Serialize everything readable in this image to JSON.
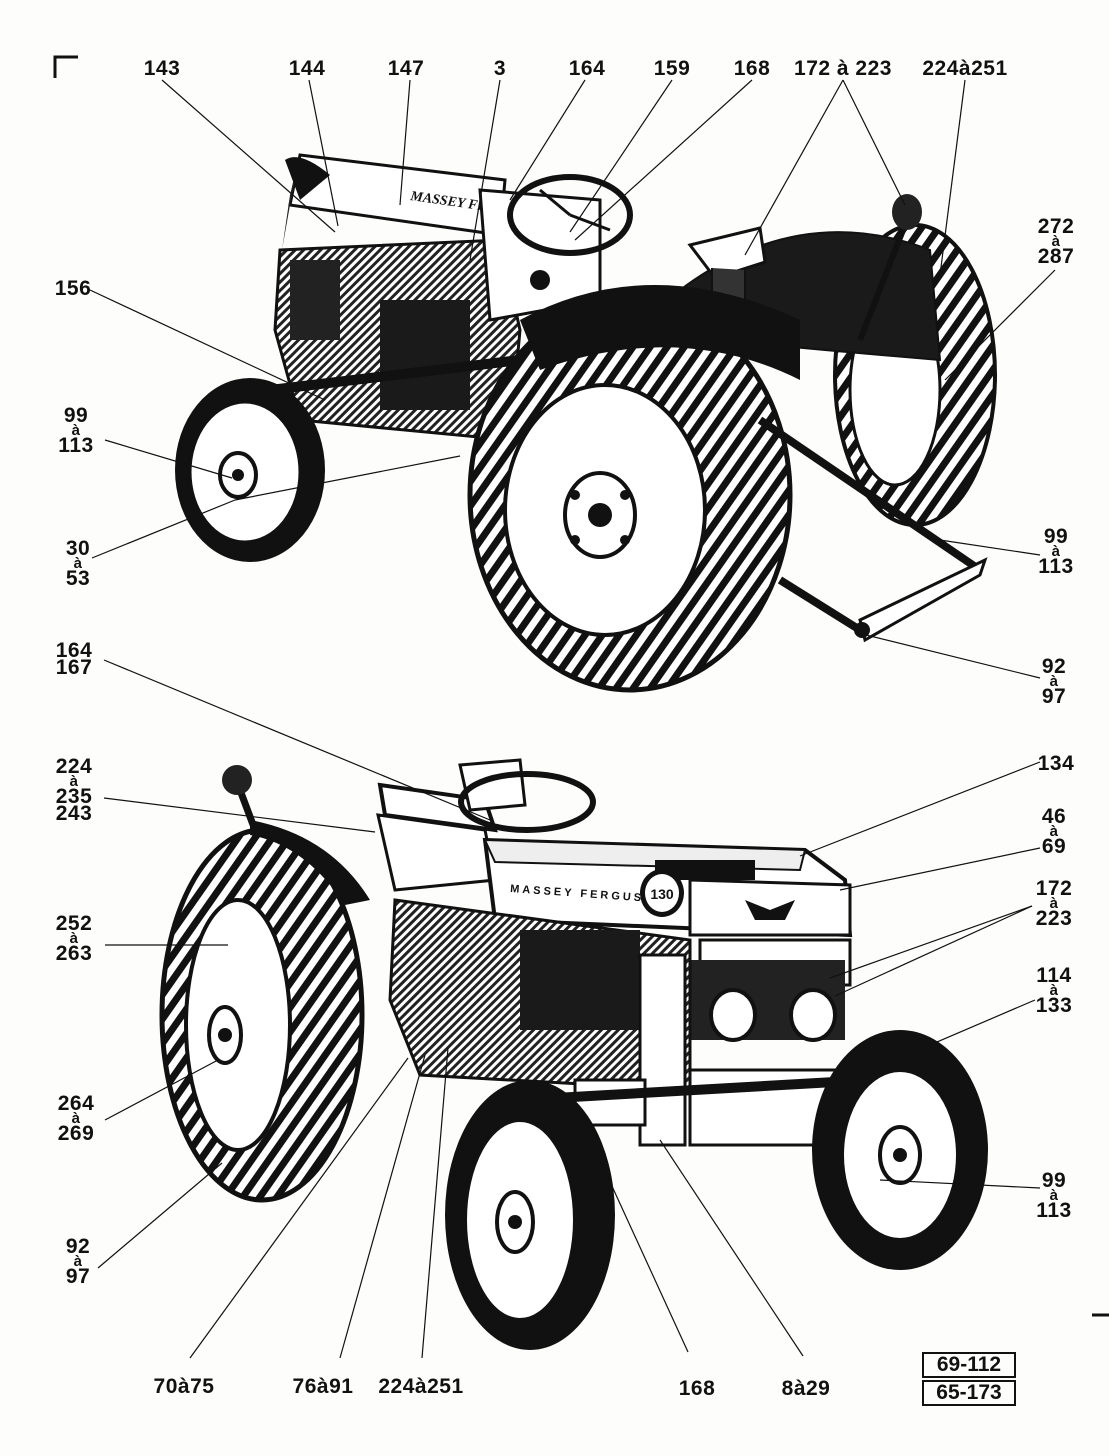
{
  "diagram": {
    "title": "",
    "callouts_top": [
      {
        "id": "143",
        "text": "143"
      },
      {
        "id": "144",
        "text": "144"
      },
      {
        "id": "147",
        "text": "147"
      },
      {
        "id": "3",
        "text": "3"
      },
      {
        "id": "164",
        "text": "164"
      },
      {
        "id": "159",
        "text": "159"
      },
      {
        "id": "168",
        "text": "168"
      },
      {
        "id": "172-223",
        "text": "172 à 223"
      },
      {
        "id": "224-251",
        "text": "224à251"
      },
      {
        "id": "272-287",
        "lines": [
          "272",
          "à",
          "287"
        ]
      },
      {
        "id": "156",
        "text": "156"
      },
      {
        "id": "99-113-a",
        "lines": [
          "99",
          "à",
          "113"
        ]
      },
      {
        "id": "30-53",
        "lines": [
          "30",
          "à",
          "53"
        ]
      },
      {
        "id": "99-113-b",
        "lines": [
          "99",
          "à",
          "113"
        ]
      },
      {
        "id": "92-97-a",
        "lines": [
          "92",
          "à",
          "97"
        ]
      }
    ],
    "callouts_bottom": [
      {
        "id": "164-167",
        "lines": [
          "164",
          "167"
        ]
      },
      {
        "id": "224-235-243",
        "lines": [
          "224",
          "à",
          "235",
          "243"
        ]
      },
      {
        "id": "252-263",
        "lines": [
          "252",
          "à",
          "263"
        ]
      },
      {
        "id": "264-269",
        "lines": [
          "264",
          "à",
          "269"
        ]
      },
      {
        "id": "92-97-b",
        "lines": [
          "92",
          "à",
          "97"
        ]
      },
      {
        "id": "134",
        "text": "134"
      },
      {
        "id": "46-69",
        "lines": [
          "46",
          "à",
          "69"
        ]
      },
      {
        "id": "172-223-b",
        "lines": [
          "172",
          "à",
          "223"
        ]
      },
      {
        "id": "114-133",
        "lines": [
          "114",
          "à",
          "133"
        ]
      },
      {
        "id": "99-113-c",
        "lines": [
          "99",
          "à",
          "113"
        ]
      },
      {
        "id": "70-75",
        "text": "70à75"
      },
      {
        "id": "76-91",
        "text": "76à91"
      },
      {
        "id": "224-251-b",
        "text": "224à251"
      },
      {
        "id": "168-b",
        "text": "168"
      },
      {
        "id": "8-29",
        "text": "8à29"
      }
    ],
    "hood_brand_top": "MASSEY  FERGUSON",
    "hood_brand_bottom": "MASSEY  FERGUSON",
    "hood_badge": "130",
    "ref_codes": [
      "69-112",
      "65-173"
    ]
  }
}
